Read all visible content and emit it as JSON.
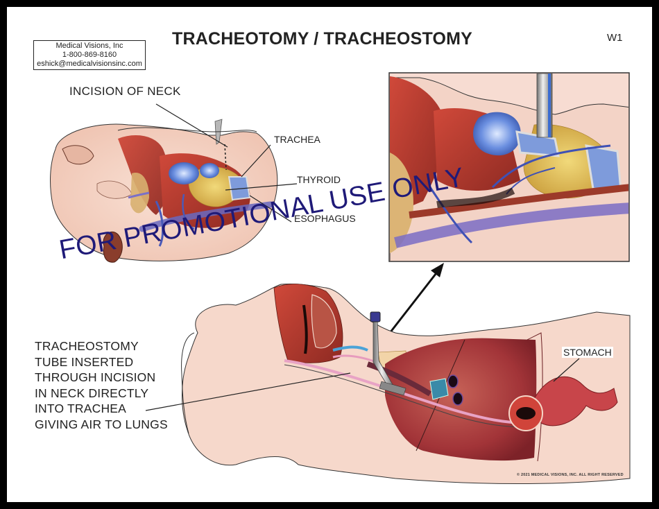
{
  "header": {
    "title": "TRACHEOTOMY / TRACHEOSTOMY",
    "code": "W1"
  },
  "contact": {
    "company": "Medical Visions, Inc",
    "phone": "1-800-869-8160",
    "email": "eshick@medicalvisionsinc.com"
  },
  "labels": {
    "incision": "INCISION OF NECK",
    "trachea": "TRACHEA",
    "thyroid": "THYROID",
    "esophagus": "ESOPHAGUS",
    "stomach": "STOMACH"
  },
  "caption": {
    "lines": [
      "TRACHEOSTOMY",
      "TUBE INSERTED",
      "THROUGH INCISION",
      "IN NECK DIRECTLY",
      "INTO TRACHEA",
      "GIVING AIR TO LUNGS"
    ]
  },
  "watermark": "FOR PROMOTIONAL USE ONLY",
  "copyright": "© 2021 MEDICAL VISIONS, INC. ALL RIGHT RESERVED",
  "colors": {
    "skin": "#f6d9cc",
    "muscle": "#b8322a",
    "trachea_blue": "#5a7fd0",
    "thyroid": "#e2c35a",
    "lung": "#a8353c",
    "watermark": "#1f1a78"
  }
}
